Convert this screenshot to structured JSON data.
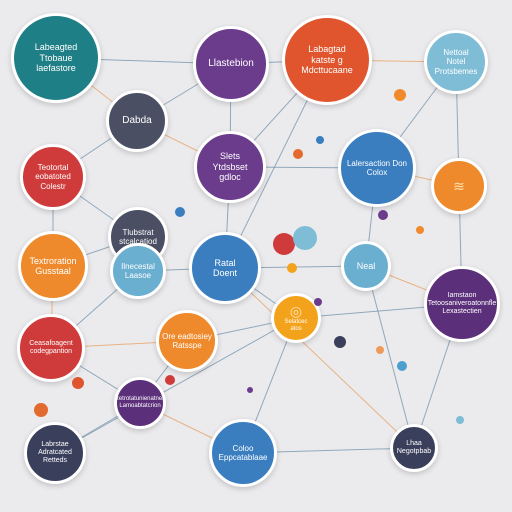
{
  "palette": {
    "teal": "#1f7f86",
    "purple": "#6b3b8c",
    "orange_red": "#e0552d",
    "light_blue": "#7fbdd6",
    "slate": "#4a4f63",
    "red": "#cf3b3b",
    "blue": "#3a7ec0",
    "orange": "#ef8a2c",
    "sky": "#6aaed0",
    "dark_navy": "#3a3f5c",
    "yellow_orange": "#f3a21b",
    "violet": "#5b2f7a",
    "edge": "#6a8ca6",
    "edge_warm": "#e79b54"
  },
  "nodes": [
    {
      "id": "n1",
      "color": "teal",
      "lines": [
        "Labeagted",
        "Ttobaue",
        "laefastore"
      ]
    },
    {
      "id": "n2",
      "color": "purple",
      "lines": [
        "Llastebion"
      ]
    },
    {
      "id": "n3",
      "color": "orange_red",
      "lines": [
        "Labagtad",
        "katste g",
        "Mdcttucaane"
      ]
    },
    {
      "id": "n4",
      "color": "light_blue",
      "lines": [
        "Nettoal",
        "Notel",
        "Protsbemes"
      ]
    },
    {
      "id": "n5",
      "color": "slate",
      "lines": [
        "Dabda"
      ]
    },
    {
      "id": "n6",
      "color": "red",
      "lines": [
        "Teotortal",
        "eobatoted",
        "Colestr"
      ]
    },
    {
      "id": "n7",
      "color": "purple",
      "lines": [
        "Slets",
        "Ytdsbset",
        "gdloc"
      ]
    },
    {
      "id": "n8",
      "color": "blue",
      "lines": [
        "Lalersaction Don",
        "Colox"
      ]
    },
    {
      "id": "n9",
      "color": "orange",
      "icon": "fingerprint-icon",
      "lines": []
    },
    {
      "id": "n10",
      "color": "orange",
      "lines": [
        "Textroration",
        "Gusstaal"
      ]
    },
    {
      "id": "n11",
      "color": "slate",
      "lines": [
        "Tlubstrat",
        "stcalcatiod"
      ]
    },
    {
      "id": "n12",
      "color": "sky",
      "lines": [
        "Ilnecestal",
        "Laasoe"
      ]
    },
    {
      "id": "n13",
      "color": "blue",
      "lines": [
        "Ratal",
        "Doent"
      ]
    },
    {
      "id": "n14",
      "color": "sky",
      "lines": [
        "Neal"
      ]
    },
    {
      "id": "n15",
      "color": "violet",
      "lines": [
        "Iamstaon",
        "Tetoosaniveroatonnfle",
        "Lexastectien"
      ]
    },
    {
      "id": "n16",
      "color": "yellow_orange",
      "icon": "ring-icon",
      "lines": [
        "Selatcec",
        "atos"
      ]
    },
    {
      "id": "n17",
      "color": "red",
      "lines": [
        "Ceasafoagent",
        "codegpantion"
      ]
    },
    {
      "id": "n18",
      "color": "orange",
      "lines": [
        "Ore eadtosiey",
        "Ratsspe"
      ]
    },
    {
      "id": "n19",
      "color": "violet",
      "lines": [
        "Retrotatunienatnen",
        "Lamoabtatcrion"
      ]
    },
    {
      "id": "n20",
      "color": "dark_navy",
      "lines": [
        "Labrstae",
        "Adratcated",
        "Retteds"
      ]
    },
    {
      "id": "n21",
      "color": "blue",
      "lines": [
        "Coloo",
        "Eppcatablaae"
      ]
    },
    {
      "id": "n22",
      "color": "dark_navy",
      "lines": [
        "Lhaa",
        "Negotpbab"
      ]
    }
  ],
  "edges": [
    [
      "n1",
      "n5"
    ],
    [
      "n1",
      "n2"
    ],
    [
      "n2",
      "n5"
    ],
    [
      "n2",
      "n3"
    ],
    [
      "n3",
      "n4"
    ],
    [
      "n3",
      "n7"
    ],
    [
      "n4",
      "n8"
    ],
    [
      "n5",
      "n6"
    ],
    [
      "n5",
      "n7"
    ],
    [
      "n6",
      "n11"
    ],
    [
      "n7",
      "n13"
    ],
    [
      "n7",
      "n8"
    ],
    [
      "n8",
      "n9"
    ],
    [
      "n8",
      "n14"
    ],
    [
      "n9",
      "n15"
    ],
    [
      "n10",
      "n11"
    ],
    [
      "n11",
      "n12"
    ],
    [
      "n12",
      "n13"
    ],
    [
      "n13",
      "n14"
    ],
    [
      "n13",
      "n16"
    ],
    [
      "n14",
      "n15"
    ],
    [
      "n15",
      "n16"
    ],
    [
      "n16",
      "n18"
    ],
    [
      "n16",
      "n21"
    ],
    [
      "n17",
      "n18"
    ],
    [
      "n17",
      "n19"
    ],
    [
      "n18",
      "n19"
    ],
    [
      "n19",
      "n20"
    ],
    [
      "n19",
      "n21"
    ],
    [
      "n21",
      "n22"
    ],
    [
      "n15",
      "n22"
    ],
    [
      "n14",
      "n22"
    ],
    [
      "n10",
      "n17"
    ],
    [
      "n12",
      "n17"
    ],
    [
      "n3",
      "n13"
    ],
    [
      "n6",
      "n10"
    ],
    [
      "n13",
      "n22"
    ],
    [
      "n16",
      "n20"
    ],
    [
      "n4",
      "n9"
    ],
    [
      "n2",
      "n7"
    ]
  ],
  "dots": [
    {
      "color": "#e36a2e"
    },
    {
      "color": "#3a7ec0"
    },
    {
      "color": "#f08a2c"
    },
    {
      "color": "#6b3b8c"
    },
    {
      "color": "#cf3b3b"
    },
    {
      "color": "#7fbdd6"
    },
    {
      "color": "#f3a21b"
    },
    {
      "color": "#3a3f5c"
    },
    {
      "color": "#e0552d"
    },
    {
      "color": "#4a9fcf"
    },
    {
      "color": "#ee9a5a"
    },
    {
      "color": "#6b3b8c"
    }
  ]
}
